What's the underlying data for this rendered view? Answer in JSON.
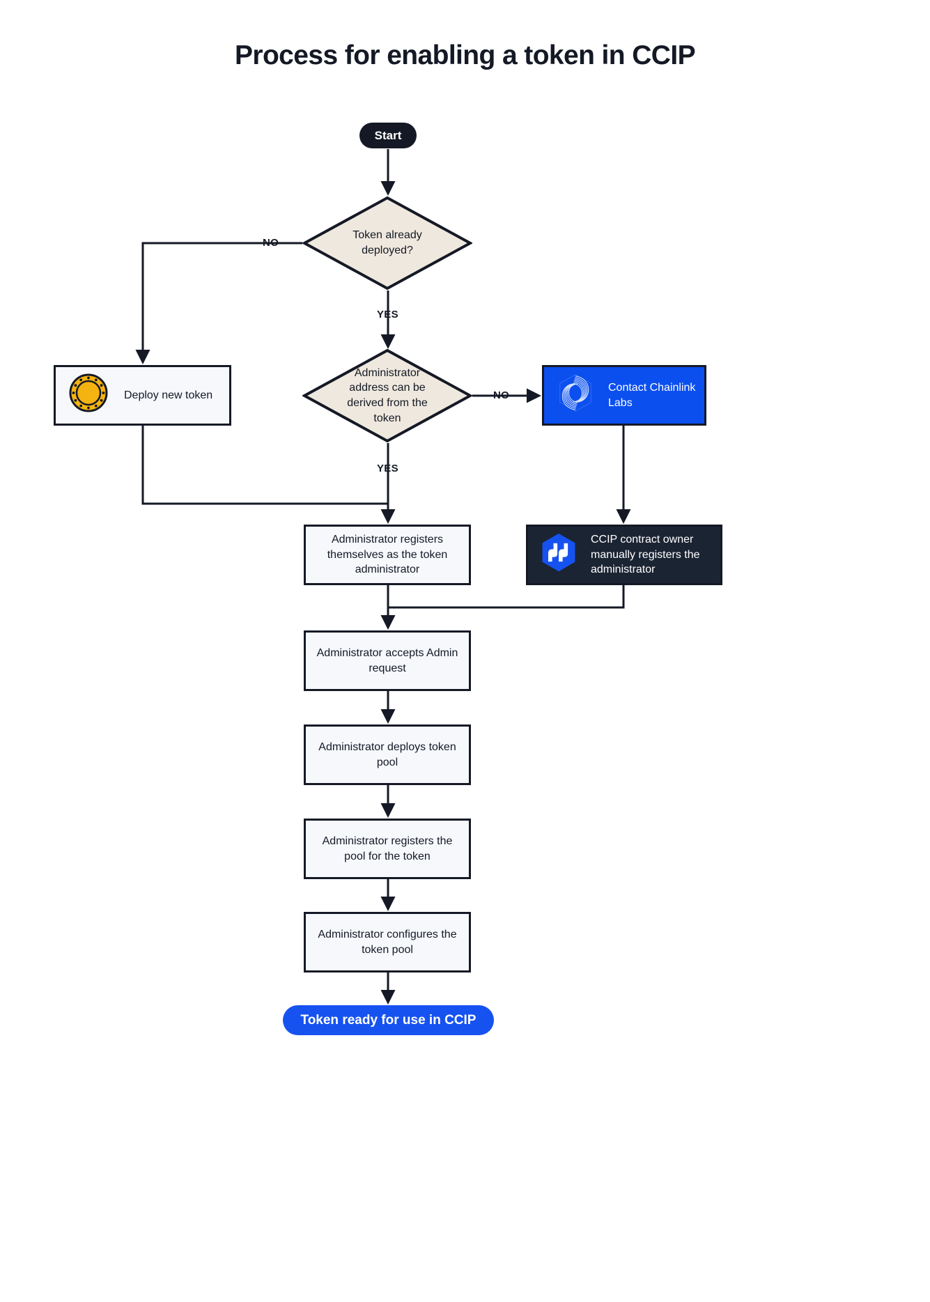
{
  "page": {
    "title": "Process for enabling a token in CCIP",
    "background": "#ffffff",
    "text_color": "#141925"
  },
  "colors": {
    "dark": "#141925",
    "decision_fill": "#EFE8DE",
    "process_fill": "#F6F8FC",
    "brand_blue": "#1652F0",
    "chainlink_blue": "#0B4FEF",
    "ccip_panel": "#1B2433",
    "coin_gold": "#F5B312"
  },
  "flow": {
    "start": {
      "label": "Start"
    },
    "decision_token_deployed": {
      "label": "Token already deployed?"
    },
    "deploy_new_token": {
      "label": "Deploy new token",
      "icon": "gold-coin-icon"
    },
    "decision_admin_derived": {
      "label": "Administrator address can be derived from the token"
    },
    "contact_chainlink_labs": {
      "label": "Contact Chainlink Labs",
      "icon": "chainlink-labs-logo-icon"
    },
    "admin_registers_self": {
      "label": "Administrator registers themselves as the token administrator"
    },
    "ccip_owner_registers": {
      "label": "CCIP contract owner manually registers the administrator",
      "icon": "ccip-logo-icon"
    },
    "admin_accepts_request": {
      "label": "Administrator accepts Admin request"
    },
    "admin_deploys_pool": {
      "label": "Administrator deploys token pool"
    },
    "admin_registers_pool": {
      "label": "Administrator registers the pool for the token"
    },
    "admin_configures_pool": {
      "label": "Administrator configures the token pool"
    },
    "end": {
      "label": "Token ready for use in CCIP"
    }
  },
  "edge_labels": {
    "no_token_deployed": "NO",
    "yes_token_deployed": "YES",
    "no_admin_derived": "NO",
    "yes_admin_derived": "YES"
  }
}
